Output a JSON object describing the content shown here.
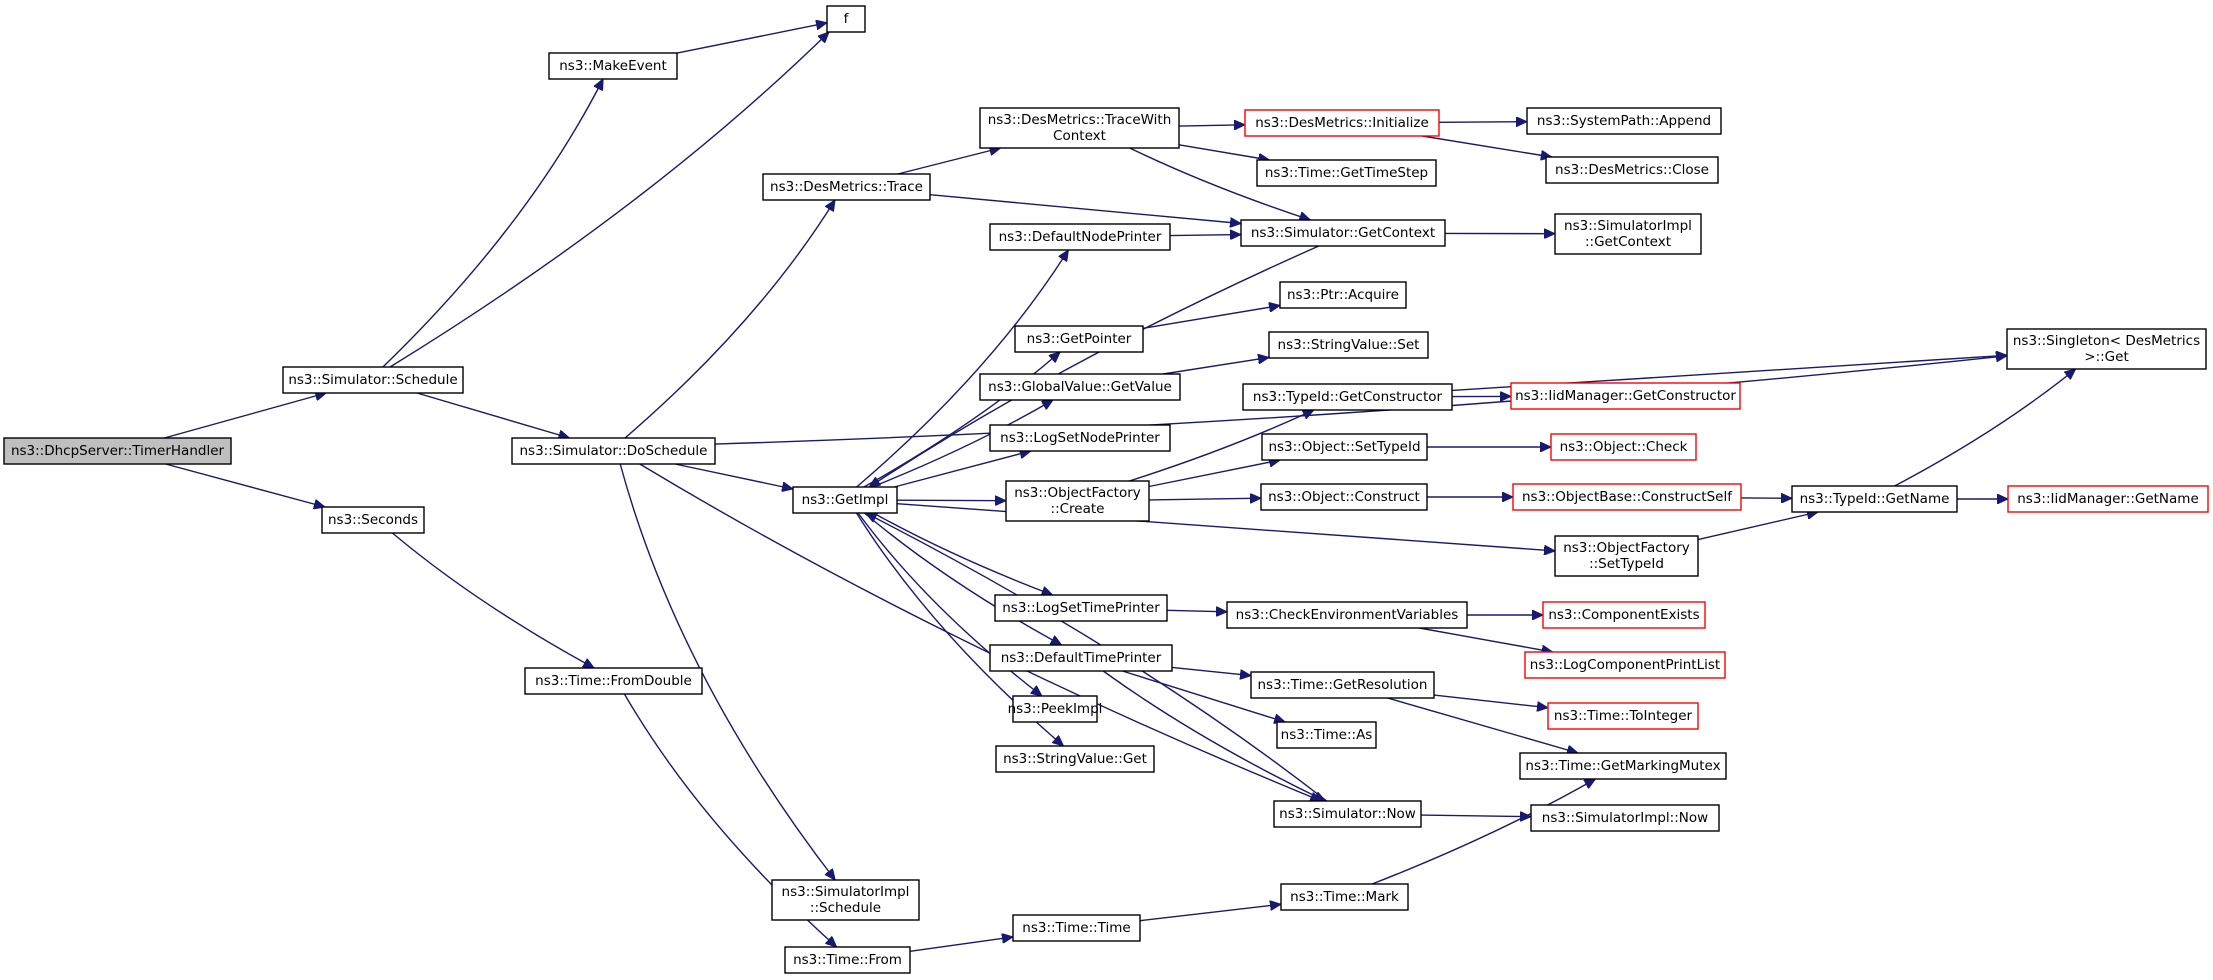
{
  "graph": {
    "colors": {
      "edge": "#191970",
      "missing_node_border": "#ff0000",
      "root_fill": "#bfbfbf"
    },
    "nodes": [
      {
        "id": "root",
        "lines": [
          "ns3::DhcpServer::TimerHandler"
        ],
        "style": "root"
      },
      {
        "id": "schedule",
        "lines": [
          "ns3::Simulator::Schedule"
        ]
      },
      {
        "id": "seconds",
        "lines": [
          "ns3::Seconds"
        ]
      },
      {
        "id": "makeevent",
        "lines": [
          "ns3::MakeEvent"
        ]
      },
      {
        "id": "f",
        "lines": [
          "f"
        ]
      },
      {
        "id": "doschedule",
        "lines": [
          "ns3::Simulator::DoSchedule"
        ]
      },
      {
        "id": "fromdouble",
        "lines": [
          "ns3::Time::FromDouble"
        ]
      },
      {
        "id": "desmetrics_trace",
        "lines": [
          "ns3::DesMetrics::Trace"
        ]
      },
      {
        "id": "getimpl",
        "lines": [
          "ns3::GetImpl"
        ]
      },
      {
        "id": "simimpl_schedule",
        "lines": [
          "ns3::SimulatorImpl",
          "::Schedule"
        ]
      },
      {
        "id": "time_from",
        "lines": [
          "ns3::Time::From"
        ]
      },
      {
        "id": "tracewithcontext",
        "lines": [
          "ns3::DesMetrics::TraceWith",
          "Context"
        ]
      },
      {
        "id": "defaultnodeprinter",
        "lines": [
          "ns3::DefaultNodePrinter"
        ]
      },
      {
        "id": "getpointer",
        "lines": [
          "ns3::GetPointer"
        ]
      },
      {
        "id": "globalvalue_getvalue",
        "lines": [
          "ns3::GlobalValue::GetValue"
        ]
      },
      {
        "id": "logsetnodeprinter",
        "lines": [
          "ns3::LogSetNodePrinter"
        ]
      },
      {
        "id": "objectfactory_create",
        "lines": [
          "ns3::ObjectFactory",
          "::Create"
        ]
      },
      {
        "id": "logsettimeprinter",
        "lines": [
          "ns3::LogSetTimePrinter"
        ]
      },
      {
        "id": "defaulttimeprinter",
        "lines": [
          "ns3::DefaultTimePrinter"
        ]
      },
      {
        "id": "peekimpl",
        "lines": [
          "ns3::PeekImpl"
        ]
      },
      {
        "id": "stringvalue_get",
        "lines": [
          "ns3::StringValue::Get"
        ]
      },
      {
        "id": "time_time",
        "lines": [
          "ns3::Time::Time"
        ]
      },
      {
        "id": "desmetrics_initialize",
        "lines": [
          "ns3::DesMetrics::Initialize"
        ],
        "style": "red"
      },
      {
        "id": "time_gettimestep",
        "lines": [
          "ns3::Time::GetTimeStep"
        ]
      },
      {
        "id": "simulator_getcontext",
        "lines": [
          "ns3::Simulator::GetContext"
        ]
      },
      {
        "id": "ptr_acquire",
        "lines": [
          "ns3::Ptr::Acquire"
        ]
      },
      {
        "id": "stringvalue_set",
        "lines": [
          "ns3::StringValue::Set"
        ]
      },
      {
        "id": "typeid_getconstructor",
        "lines": [
          "ns3::TypeId::GetConstructor"
        ]
      },
      {
        "id": "object_settypeid",
        "lines": [
          "ns3::Object::SetTypeId"
        ]
      },
      {
        "id": "object_construct",
        "lines": [
          "ns3::Object::Construct"
        ]
      },
      {
        "id": "checkenvvars",
        "lines": [
          "ns3::CheckEnvironmentVariables"
        ]
      },
      {
        "id": "time_getresolution",
        "lines": [
          "ns3::Time::GetResolution"
        ]
      },
      {
        "id": "time_as",
        "lines": [
          "ns3::Time::As"
        ]
      },
      {
        "id": "simulator_now",
        "lines": [
          "ns3::Simulator::Now"
        ]
      },
      {
        "id": "time_mark",
        "lines": [
          "ns3::Time::Mark"
        ]
      },
      {
        "id": "systempath_append",
        "lines": [
          "ns3::SystemPath::Append"
        ]
      },
      {
        "id": "desmetrics_close",
        "lines": [
          "ns3::DesMetrics::Close"
        ]
      },
      {
        "id": "simimpl_getcontext",
        "lines": [
          "ns3::SimulatorImpl",
          "::GetContext"
        ]
      },
      {
        "id": "iidmanager_getconstructor",
        "lines": [
          "ns3::IidManager::GetConstructor"
        ],
        "style": "red"
      },
      {
        "id": "object_check",
        "lines": [
          "ns3::Object::Check"
        ],
        "style": "red"
      },
      {
        "id": "objectbase_constructself",
        "lines": [
          "ns3::ObjectBase::ConstructSelf"
        ],
        "style": "red"
      },
      {
        "id": "objectfactory_settypeid",
        "lines": [
          "ns3::ObjectFactory",
          "::SetTypeId"
        ]
      },
      {
        "id": "componentexists",
        "lines": [
          "ns3::ComponentExists"
        ],
        "style": "red"
      },
      {
        "id": "logcomponentprintlist",
        "lines": [
          "ns3::LogComponentPrintList"
        ],
        "style": "red"
      },
      {
        "id": "time_tointeger",
        "lines": [
          "ns3::Time::ToInteger"
        ],
        "style": "red"
      },
      {
        "id": "time_getmarkingmutex",
        "lines": [
          "ns3::Time::GetMarkingMutex"
        ]
      },
      {
        "id": "simimpl_now",
        "lines": [
          "ns3::SimulatorImpl::Now"
        ]
      },
      {
        "id": "singleton_get",
        "lines": [
          "ns3::Singleton< DesMetrics",
          " >::Get"
        ]
      },
      {
        "id": "typeid_getname",
        "lines": [
          "ns3::TypeId::GetName"
        ]
      },
      {
        "id": "iidmanager_getname",
        "lines": [
          "ns3::IidManager::GetName"
        ],
        "style": "red"
      }
    ],
    "edges": [
      {
        "from": "root",
        "to": "schedule"
      },
      {
        "from": "root",
        "to": "seconds"
      },
      {
        "from": "schedule",
        "to": "makeevent"
      },
      {
        "from": "schedule",
        "to": "f"
      },
      {
        "from": "schedule",
        "to": "doschedule"
      },
      {
        "from": "makeevent",
        "to": "f"
      },
      {
        "from": "seconds",
        "to": "fromdouble"
      },
      {
        "from": "fromdouble",
        "to": "time_from"
      },
      {
        "from": "doschedule",
        "to": "singleton_get"
      },
      {
        "from": "doschedule",
        "to": "desmetrics_trace"
      },
      {
        "from": "doschedule",
        "to": "getimpl"
      },
      {
        "from": "doschedule",
        "to": "simulator_now"
      },
      {
        "from": "doschedule",
        "to": "simimpl_schedule"
      },
      {
        "from": "desmetrics_trace",
        "to": "tracewithcontext"
      },
      {
        "from": "desmetrics_trace",
        "to": "simulator_getcontext"
      },
      {
        "from": "tracewithcontext",
        "to": "desmetrics_initialize"
      },
      {
        "from": "tracewithcontext",
        "to": "time_gettimestep"
      },
      {
        "from": "tracewithcontext",
        "to": "simulator_getcontext"
      },
      {
        "from": "desmetrics_initialize",
        "to": "systempath_append"
      },
      {
        "from": "desmetrics_initialize",
        "to": "desmetrics_close"
      },
      {
        "from": "defaultnodeprinter",
        "to": "simulator_getcontext"
      },
      {
        "from": "simulator_getcontext",
        "to": "simimpl_getcontext"
      },
      {
        "from": "simulator_getcontext",
        "to": "getimpl"
      },
      {
        "from": "getimpl",
        "to": "defaultnodeprinter"
      },
      {
        "from": "getimpl",
        "to": "getpointer"
      },
      {
        "from": "getimpl",
        "to": "globalvalue_getvalue"
      },
      {
        "from": "getimpl",
        "to": "logsetnodeprinter"
      },
      {
        "from": "getimpl",
        "to": "objectfactory_create"
      },
      {
        "from": "getimpl",
        "to": "objectfactory_settypeid"
      },
      {
        "from": "getimpl",
        "to": "logsettimeprinter"
      },
      {
        "from": "getimpl",
        "to": "defaulttimeprinter"
      },
      {
        "from": "getimpl",
        "to": "peekimpl"
      },
      {
        "from": "getimpl",
        "to": "stringvalue_get"
      },
      {
        "from": "getpointer",
        "to": "ptr_acquire"
      },
      {
        "from": "globalvalue_getvalue",
        "to": "stringvalue_set"
      },
      {
        "from": "objectfactory_create",
        "to": "typeid_getconstructor"
      },
      {
        "from": "objectfactory_create",
        "to": "object_settypeid"
      },
      {
        "from": "objectfactory_create",
        "to": "object_construct"
      },
      {
        "from": "typeid_getconstructor",
        "to": "singleton_get"
      },
      {
        "from": "typeid_getconstructor",
        "to": "iidmanager_getconstructor"
      },
      {
        "from": "object_settypeid",
        "to": "object_check"
      },
      {
        "from": "object_construct",
        "to": "objectbase_constructself"
      },
      {
        "from": "objectbase_constructself",
        "to": "typeid_getname"
      },
      {
        "from": "objectfactory_settypeid",
        "to": "typeid_getname"
      },
      {
        "from": "typeid_getname",
        "to": "singleton_get"
      },
      {
        "from": "typeid_getname",
        "to": "iidmanager_getname"
      },
      {
        "from": "logsettimeprinter",
        "to": "checkenvvars"
      },
      {
        "from": "checkenvvars",
        "to": "componentexists"
      },
      {
        "from": "checkenvvars",
        "to": "logcomponentprintlist"
      },
      {
        "from": "defaulttimeprinter",
        "to": "time_getresolution"
      },
      {
        "from": "defaulttimeprinter",
        "to": "time_as"
      },
      {
        "from": "defaulttimeprinter",
        "to": "simulator_now"
      },
      {
        "from": "time_getresolution",
        "to": "time_tointeger"
      },
      {
        "from": "time_getresolution",
        "to": "time_getmarkingmutex"
      },
      {
        "from": "simulator_now",
        "to": "simimpl_now"
      },
      {
        "from": "simulator_now",
        "to": "getimpl"
      },
      {
        "from": "time_from",
        "to": "time_time"
      },
      {
        "from": "time_time",
        "to": "time_mark"
      },
      {
        "from": "time_mark",
        "to": "time_getmarkingmutex"
      }
    ]
  }
}
